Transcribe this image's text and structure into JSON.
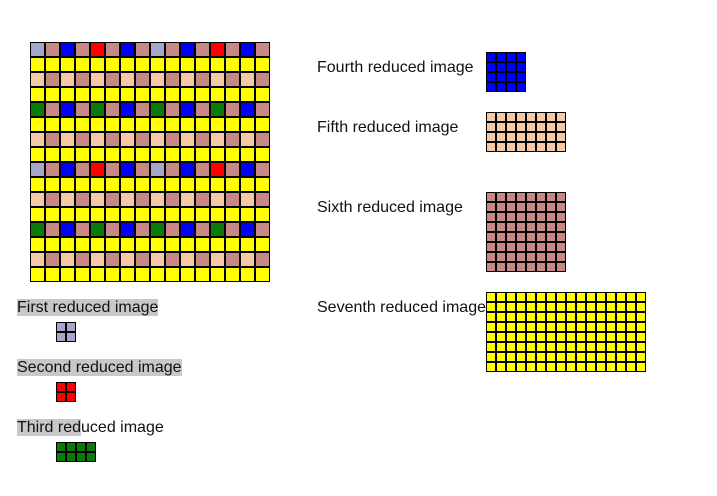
{
  "colors": {
    "lavender": "#a6a6c8",
    "red": "#ff0000",
    "green": "#0a7a0a",
    "blue": "#0000ff",
    "peach": "#f5c9a8",
    "rose": "#c88886",
    "yellow": "#ffff00",
    "label_highlight": "#c8c8c8"
  },
  "main_grid": {
    "rows": 16,
    "cols": 16,
    "pattern_rows": [
      [
        "lavender",
        "rose",
        "blue",
        "rose",
        "red",
        "rose",
        "blue",
        "rose",
        "lavender",
        "rose",
        "blue",
        "rose",
        "red",
        "rose",
        "blue",
        "rose"
      ],
      [
        "yellow",
        "yellow",
        "yellow",
        "yellow",
        "yellow",
        "yellow",
        "yellow",
        "yellow",
        "yellow",
        "yellow",
        "yellow",
        "yellow",
        "yellow",
        "yellow",
        "yellow",
        "yellow"
      ],
      [
        "peach",
        "rose",
        "peach",
        "rose",
        "peach",
        "rose",
        "peach",
        "rose",
        "peach",
        "rose",
        "peach",
        "rose",
        "peach",
        "rose",
        "peach",
        "rose"
      ],
      [
        "yellow",
        "yellow",
        "yellow",
        "yellow",
        "yellow",
        "yellow",
        "yellow",
        "yellow",
        "yellow",
        "yellow",
        "yellow",
        "yellow",
        "yellow",
        "yellow",
        "yellow",
        "yellow"
      ],
      [
        "green",
        "rose",
        "blue",
        "rose",
        "green",
        "rose",
        "blue",
        "rose",
        "green",
        "rose",
        "blue",
        "rose",
        "green",
        "rose",
        "blue",
        "rose"
      ],
      [
        "yellow",
        "yellow",
        "yellow",
        "yellow",
        "yellow",
        "yellow",
        "yellow",
        "yellow",
        "yellow",
        "yellow",
        "yellow",
        "yellow",
        "yellow",
        "yellow",
        "yellow",
        "yellow"
      ],
      [
        "peach",
        "rose",
        "peach",
        "rose",
        "peach",
        "rose",
        "peach",
        "rose",
        "peach",
        "rose",
        "peach",
        "rose",
        "peach",
        "rose",
        "peach",
        "rose"
      ],
      [
        "yellow",
        "yellow",
        "yellow",
        "yellow",
        "yellow",
        "yellow",
        "yellow",
        "yellow",
        "yellow",
        "yellow",
        "yellow",
        "yellow",
        "yellow",
        "yellow",
        "yellow",
        "yellow"
      ],
      [
        "lavender",
        "rose",
        "blue",
        "rose",
        "red",
        "rose",
        "blue",
        "rose",
        "lavender",
        "rose",
        "blue",
        "rose",
        "red",
        "rose",
        "blue",
        "rose"
      ],
      [
        "yellow",
        "yellow",
        "yellow",
        "yellow",
        "yellow",
        "yellow",
        "yellow",
        "yellow",
        "yellow",
        "yellow",
        "yellow",
        "yellow",
        "yellow",
        "yellow",
        "yellow",
        "yellow"
      ],
      [
        "peach",
        "rose",
        "peach",
        "rose",
        "peach",
        "rose",
        "peach",
        "rose",
        "peach",
        "rose",
        "peach",
        "rose",
        "peach",
        "rose",
        "peach",
        "rose"
      ],
      [
        "yellow",
        "yellow",
        "yellow",
        "yellow",
        "yellow",
        "yellow",
        "yellow",
        "yellow",
        "yellow",
        "yellow",
        "yellow",
        "yellow",
        "yellow",
        "yellow",
        "yellow",
        "yellow"
      ],
      [
        "green",
        "rose",
        "blue",
        "rose",
        "green",
        "rose",
        "blue",
        "rose",
        "green",
        "rose",
        "blue",
        "rose",
        "green",
        "rose",
        "blue",
        "rose"
      ],
      [
        "yellow",
        "yellow",
        "yellow",
        "yellow",
        "yellow",
        "yellow",
        "yellow",
        "yellow",
        "yellow",
        "yellow",
        "yellow",
        "yellow",
        "yellow",
        "yellow",
        "yellow",
        "yellow"
      ],
      [
        "peach",
        "rose",
        "peach",
        "rose",
        "peach",
        "rose",
        "peach",
        "rose",
        "peach",
        "rose",
        "peach",
        "rose",
        "peach",
        "rose",
        "peach",
        "rose"
      ],
      [
        "yellow",
        "yellow",
        "yellow",
        "yellow",
        "yellow",
        "yellow",
        "yellow",
        "yellow",
        "yellow",
        "yellow",
        "yellow",
        "yellow",
        "yellow",
        "yellow",
        "yellow",
        "yellow"
      ]
    ]
  },
  "reduced_images": [
    {
      "id": "first",
      "label": "First reduced image",
      "highlight_text": "First reduced image",
      "rest_text": "",
      "color": "lavender",
      "rows": 2,
      "cols": 2
    },
    {
      "id": "second",
      "label": "Second reduced image",
      "highlight_text": "Second reduced image",
      "rest_text": "",
      "color": "red",
      "rows": 2,
      "cols": 2
    },
    {
      "id": "third",
      "label": "Third reduced image",
      "highlight_text": "Third red",
      "rest_text": "uced image",
      "color": "green",
      "rows": 2,
      "cols": 4
    },
    {
      "id": "fourth",
      "label": "Fourth reduced image",
      "highlight_text": "",
      "rest_text": "Fourth reduced image",
      "color": "blue",
      "rows": 4,
      "cols": 4
    },
    {
      "id": "fifth",
      "label": "Fifth reduced image",
      "highlight_text": "",
      "rest_text": "Fifth reduced image",
      "color": "peach",
      "rows": 4,
      "cols": 8
    },
    {
      "id": "sixth",
      "label": "Sixth reduced image",
      "highlight_text": "",
      "rest_text": "Sixth reduced image",
      "color": "rose",
      "rows": 8,
      "cols": 8
    },
    {
      "id": "seventh",
      "label": "Seventh reduced image",
      "highlight_text": "",
      "rest_text": "Seventh reduced image",
      "color": "yellow",
      "rows": 8,
      "cols": 16
    }
  ]
}
